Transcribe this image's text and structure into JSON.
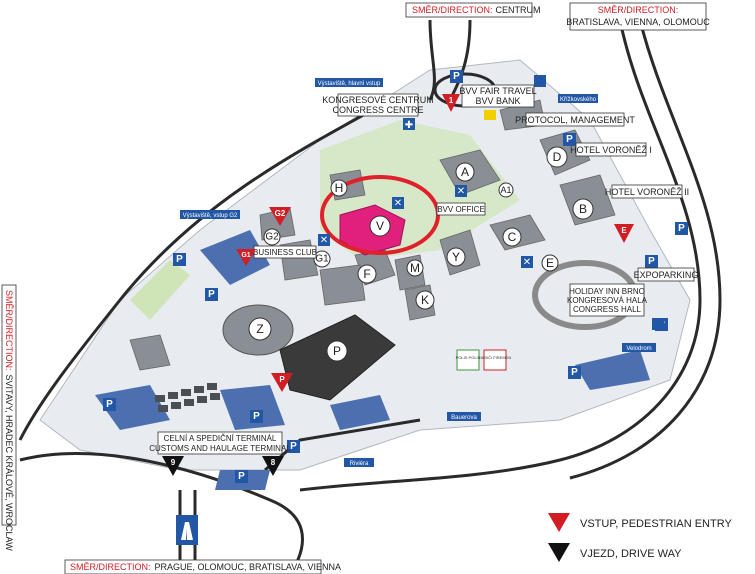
{
  "directions": {
    "top_center": {
      "prefix": "SMĚR/DIRECTION:",
      "text": "CENTRUM"
    },
    "top_right_line1": "SMĚR/DIRECTION:",
    "top_right_line2": "BRATISLAVA, VIENNA, OLOMOUC",
    "bottom": {
      "prefix": "SMĚR/DIRECTION:",
      "text": "PRAGUE, OLOMOUC, BRATISLAVA, VIENNA"
    },
    "left": {
      "prefix": "SMĚR/DIRECTION:",
      "text": "SVITAVY, HRADEC KRÁLOVÉ, WROCLAW"
    }
  },
  "labels": {
    "vystaviste_main": "Výstaviště, hlavní vstup",
    "kongres_cz": "KONGRESOVÉ CENTRUM",
    "kongres_en": "CONGRESS CENTRE",
    "bvv_fair_travel": "BVV FAIR TRAVEL",
    "bvv_bank": "BVV BANK",
    "kongresova": "Křížkovského",
    "protocol": "PROTOCOL, MANAGEMENT",
    "hotel_voronez1": "HOTEL VORONĚŽ I",
    "hotel_voronez2": "HOTEL VORONĚŽ II",
    "bvv_office": "BVV OFFICE",
    "vystaviste_g2": "Výstaviště, vstup G2",
    "business_club": "BUSINESS CLUB",
    "expoparking": "EXPOPARKING",
    "holiday_inn_1": "HOLIDAY INN BRNO",
    "holiday_inn_2": "KONGRESOVÁ HALA",
    "holiday_inn_3": "CONGRESS HALL",
    "velodrom": "Velodrom",
    "bauerova": "Bauerova",
    "rivola": "Riviéra",
    "customs_1": "CELNÍ A SPEDIČNÍ TERMINÁL",
    "customs_2": "CUSTOMS AND HAULAGE TERMINAL",
    "polis1": "POLIS POLIS",
    "polis2": "HASIČI FIREMEN"
  },
  "halls": {
    "A": "A",
    "A1": "A1",
    "B": "B",
    "C": "C",
    "D": "D",
    "E": "E",
    "F": "F",
    "G1": "G1",
    "G2": "G2",
    "H": "H",
    "K": "K",
    "M": "M",
    "P": "P",
    "V": "V",
    "Y": "Y",
    "Z": "Z"
  },
  "gates": {
    "g1": "1",
    "g2": "G2",
    "g1b": "G1",
    "e": "E",
    "p": "P",
    "d9": "9",
    "d8": "8"
  },
  "parking": "P",
  "legend": {
    "pedestrian": "VSTUP, PEDESTRIAN ENTRY",
    "driveway": "VJEZD, DRIVE WAY"
  },
  "colors": {
    "entry_red": "#d01e24",
    "parking_blue": "#2257a6",
    "highlight_pink": "#e0207a",
    "highlight_ring": "#e0202a",
    "green": "#7fbf5a",
    "road": "#2a2a2a"
  }
}
